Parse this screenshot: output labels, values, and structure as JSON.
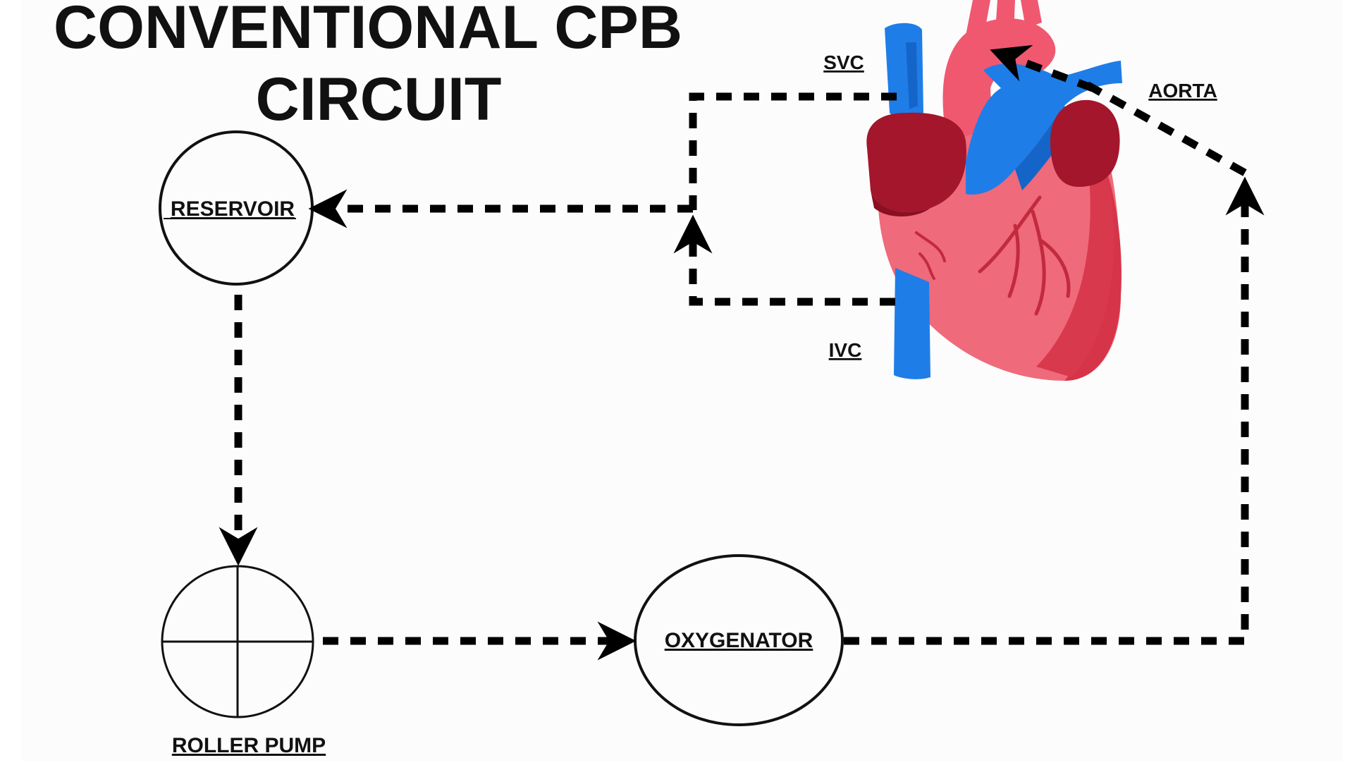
{
  "title": {
    "line1": "CONVENTIONAL CPB",
    "line2": "CIRCUIT"
  },
  "nodes": {
    "reservoir": "RESERVOIR",
    "roller_pump": "ROLLER PUMP",
    "oxygenator": "OXYGENATOR"
  },
  "vessel_labels": {
    "svc": "SVC",
    "ivc": "IVC",
    "aorta": "AORTA"
  },
  "colors": {
    "background": "#fcfcfc",
    "line": "#000000",
    "heart_muscle": "#ef6a7a",
    "heart_dark": "#d63448",
    "atrium": "#a3162b",
    "vein_blue": "#1f7de8",
    "artery_red": "#f05870"
  },
  "icons": [
    "heart-illustration",
    "arrowhead"
  ]
}
